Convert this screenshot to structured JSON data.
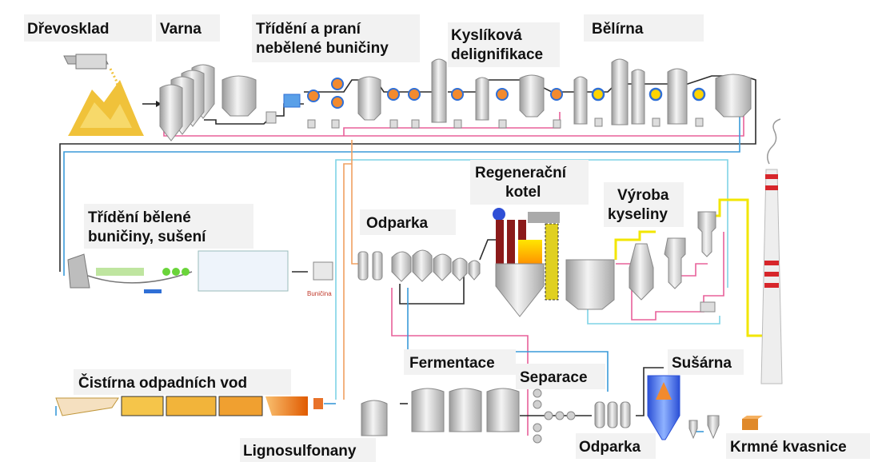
{
  "labels": {
    "drevosklad": "Dřevosklad",
    "varna": "Varna",
    "trideni_1": "Třídění a praní",
    "trideni_2": "nebělené buničiny",
    "kyslikova_1": "Kyslíková",
    "kyslikova_2": "delignifikace",
    "belirna": "Bělírna",
    "regen_1": "Regenerační",
    "regen_2": "kotel",
    "vyroba_1": "Výroba",
    "vyroba_2": "kyseliny",
    "trideni_belene_1": "Třídění bělené",
    "trideni_belene_2": "buničiny, sušení",
    "odparka_top": "Odparka",
    "bunicina": "Buničina",
    "cistirna": "Čistírna odpadních vod",
    "fermentace": "Fermentace",
    "separace": "Separace",
    "susarna": "Sušárna",
    "odparka_bottom": "Odparka",
    "lignosulfonany": "Lignosulfonany",
    "krmne_kvasnice": "Krmné kvasnice"
  },
  "colors": {
    "pipe_dark": "#2b2b2b",
    "pipe_pink": "#e8609a",
    "pipe_blue": "#3a9ad9",
    "pipe_cyan": "#7fd3e6",
    "pipe_orange": "#f0a060",
    "pipe_yellow": "#f2e600",
    "wood": "#f0c23a",
    "stack_red": "#d7262b",
    "pump_blue": "#2f6fd6",
    "pump_orange": "#f28a2e",
    "kiln": "#f07a10"
  }
}
